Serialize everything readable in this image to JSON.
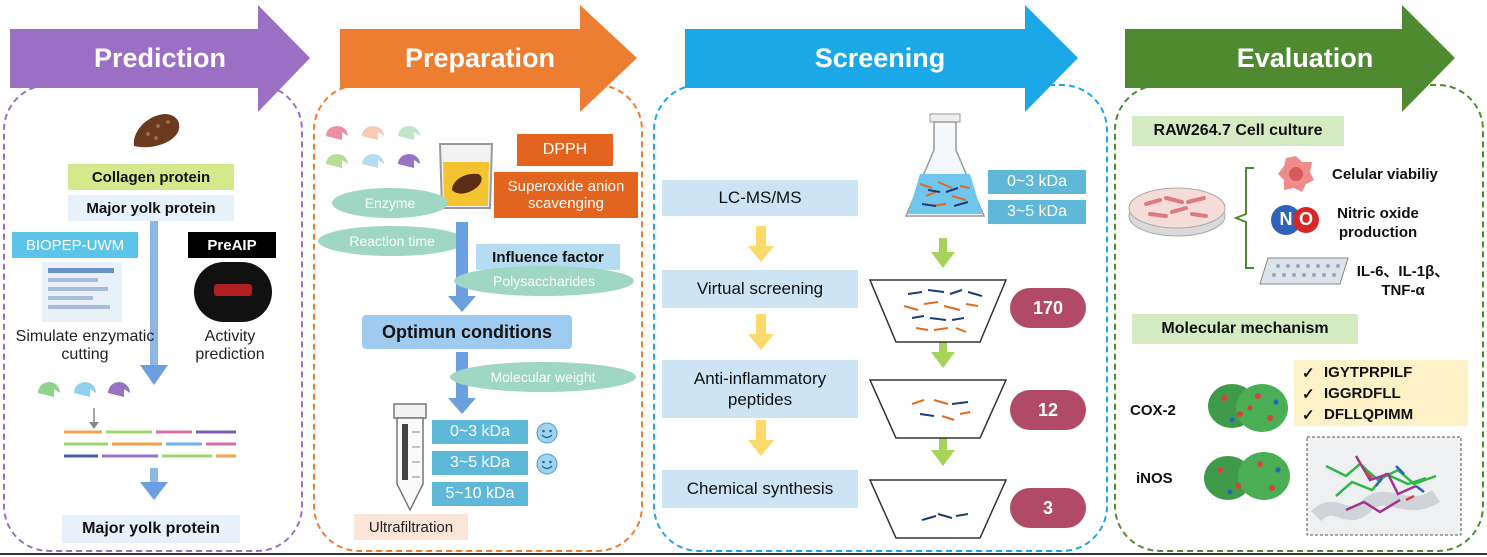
{
  "stages": {
    "prediction": {
      "title": "Prediction",
      "color": "#9b6fc4",
      "collagen": "Collagen protein",
      "major_yolk": "Major yolk protein",
      "biopep": "BIOPEP-UWM",
      "preaip": "PreAIP",
      "simulate": "Simulate enzymatic cutting",
      "activity": "Activity prediction",
      "bottom_label": "Major yolk protein"
    },
    "preparation": {
      "title": "Preparation",
      "color": "#ed7d31",
      "enzyme": "Enzyme",
      "reaction_time": "Reaction time",
      "dpph": "DPPH",
      "superoxide": "Superoxide anion scavenging",
      "influence": "Influence factor",
      "polysaccharides": "Polysaccharides",
      "optimun": "Optimun conditions",
      "molecular_weight": "Molecular weight",
      "kda": [
        "0~3 kDa",
        "3~5 kDa",
        "5~10 kDa"
      ],
      "ultrafiltration": "Ultrafiltration"
    },
    "screening": {
      "title": "Screening",
      "color": "#1ba8e6",
      "steps": [
        "LC-MS/MS",
        "Virtual screening",
        "Anti-inflammatory peptides",
        "Chemical synthesis"
      ],
      "kda": [
        "0~3 kDa",
        "3~5 kDa"
      ],
      "counts": [
        "170",
        "12",
        "3"
      ]
    },
    "evaluation": {
      "title": "Evaluation",
      "color": "#4f8a31",
      "cell_culture": "RAW264.7 Cell culture",
      "viability": "Celular viabiliy",
      "nitric": "Nitric oxide production",
      "cytokines": "IL-6、IL-1β、TNF-α",
      "mechanism": "Molecular mechanism",
      "cox2": "COX-2",
      "inos": "iNOS",
      "peptides": [
        "IGYTPRPILF",
        "IGGRDFLL",
        "DFLLQPIMM"
      ],
      "check": "✓",
      "no_n": "N",
      "no_o": "O"
    }
  }
}
